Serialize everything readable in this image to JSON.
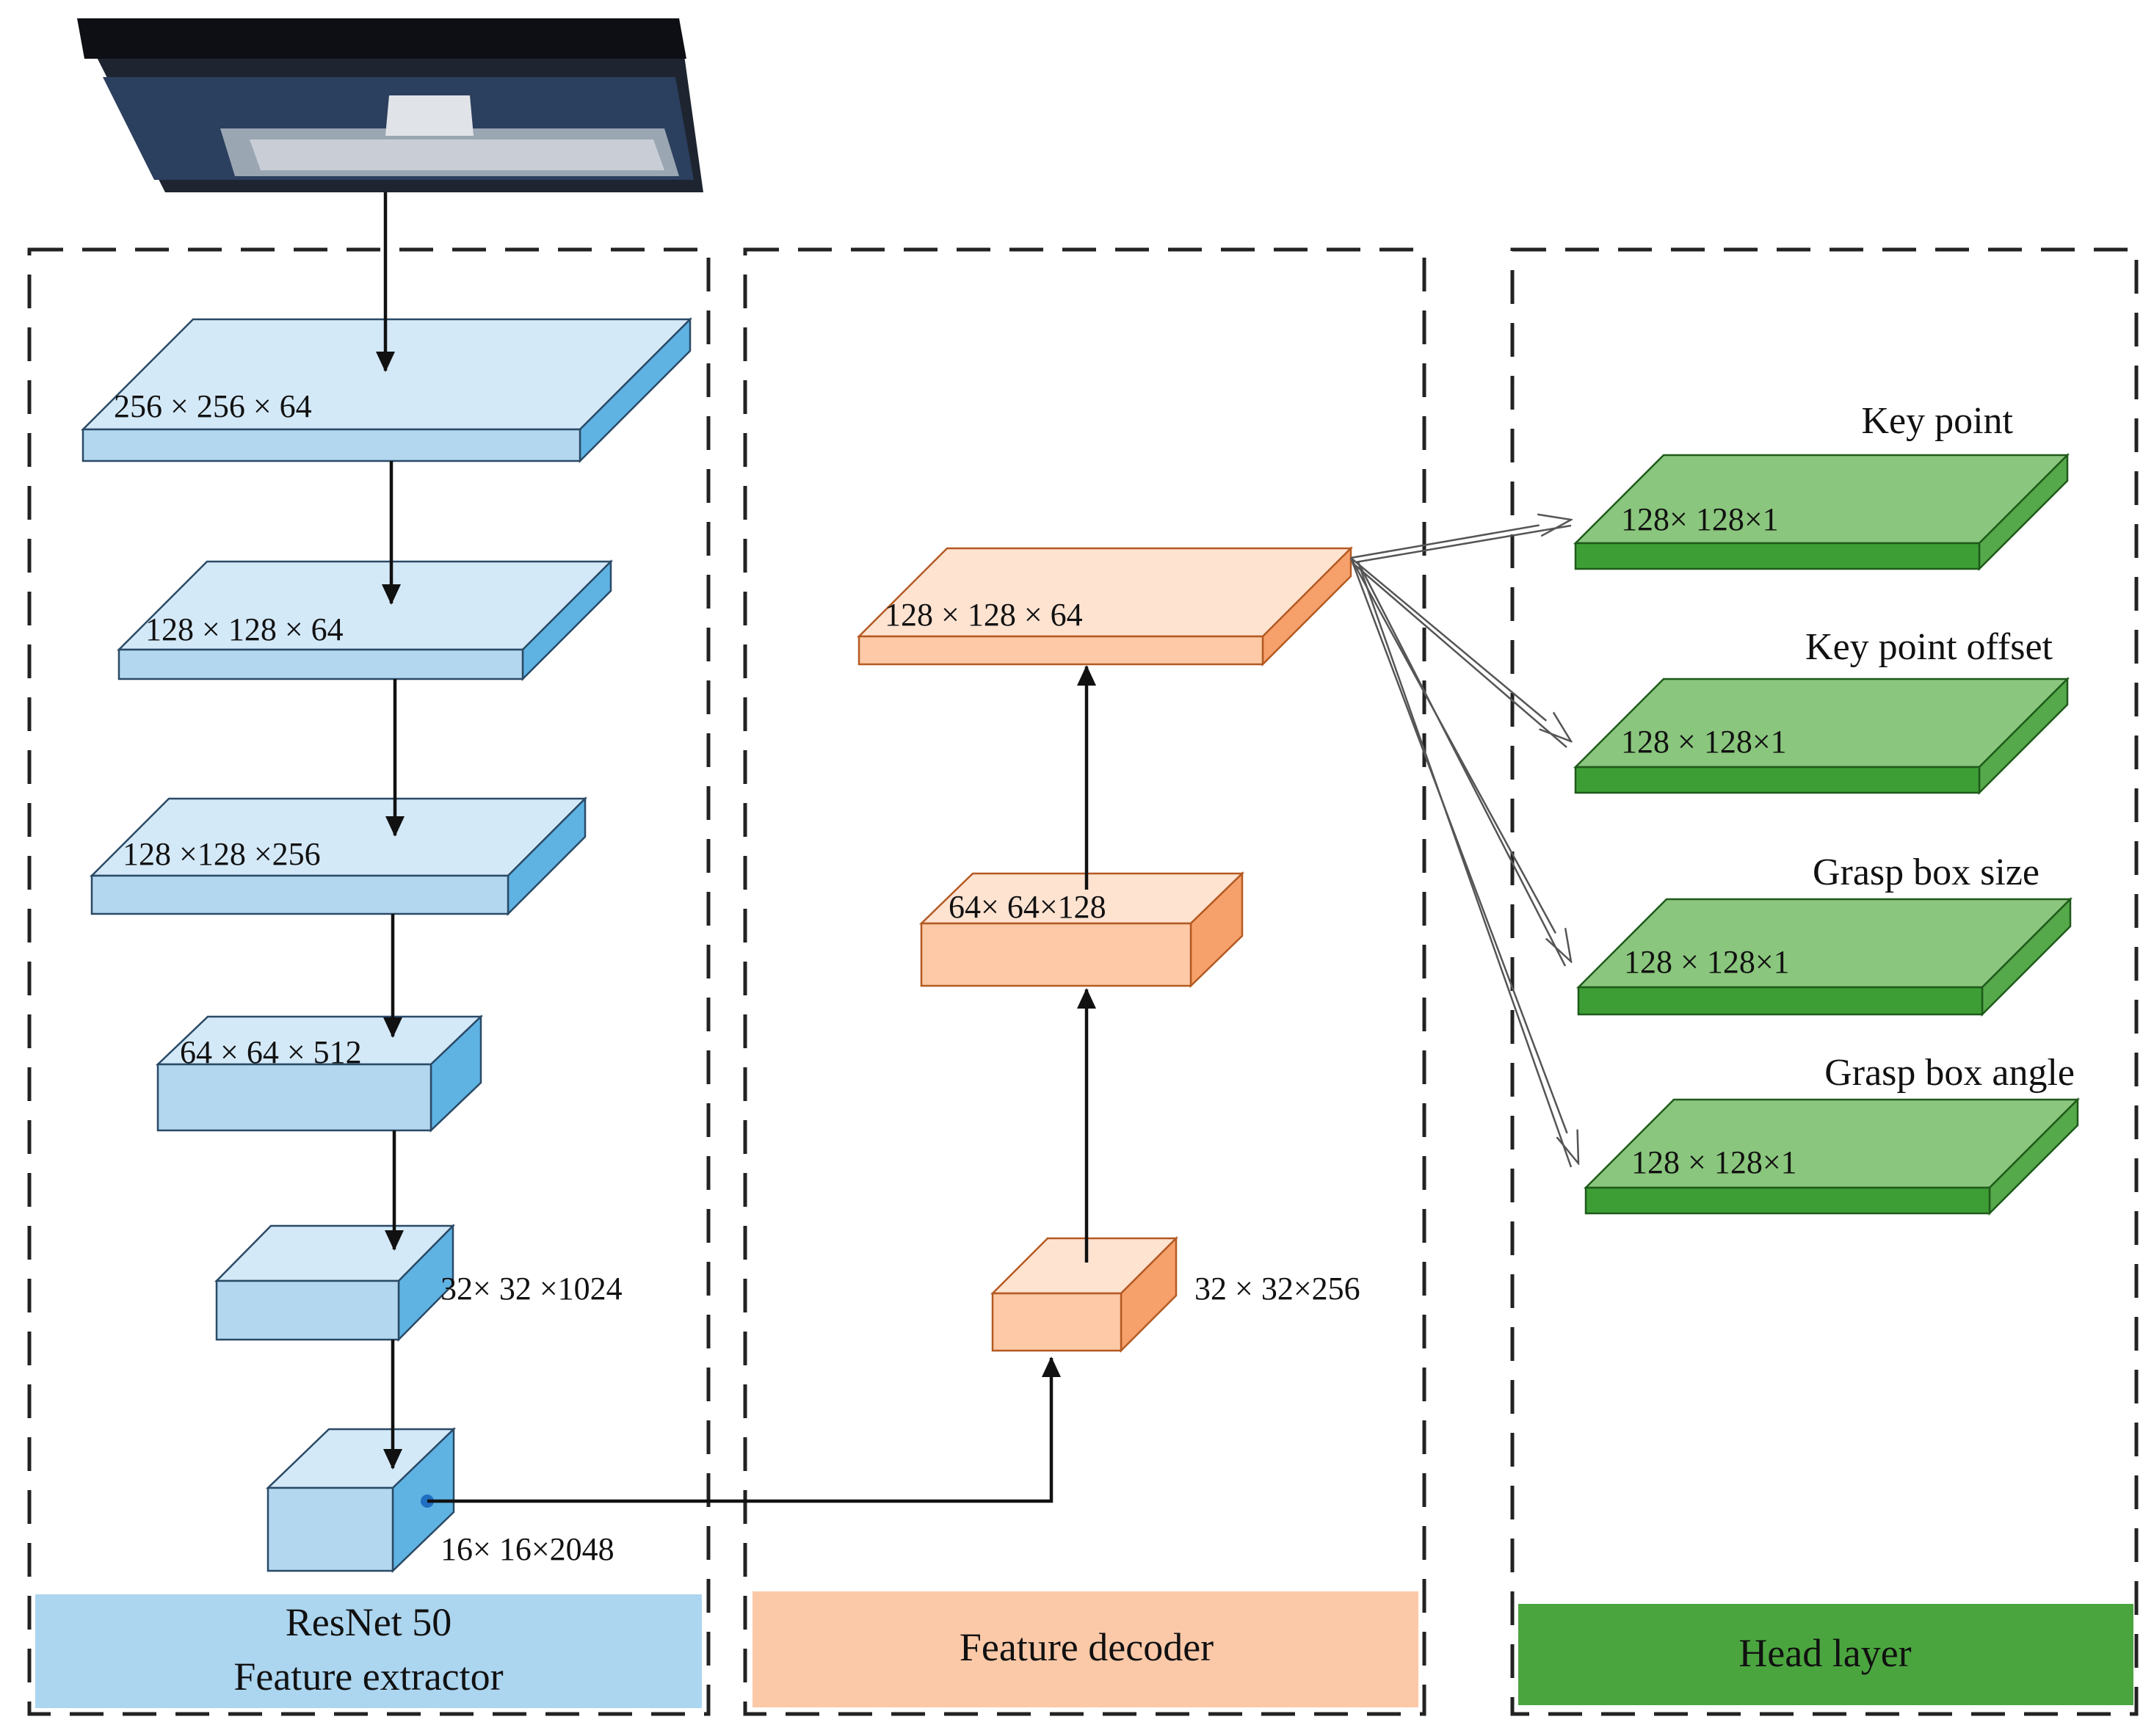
{
  "colors": {
    "encoder_front": "#b4d7f0",
    "encoder_top": "#d4e9f8",
    "encoder_side": "#5fb3e3",
    "decoder_front": "#fdc9a7",
    "decoder_top": "#fee3d1",
    "decoder_side": "#f6a06b",
    "head_front": "#3d9e36",
    "head_top": "#8ac67d",
    "head_side": "#55a94a",
    "encoder_panel": "#acd5ef",
    "decoder_panel": "#fcc9a8",
    "head_panel": "#4ba53f"
  },
  "panels": {
    "encoder": {
      "line1": "ResNet 50",
      "line2": "Feature extractor"
    },
    "decoder": {
      "label": "Feature decoder"
    },
    "head": {
      "label": "Head layer"
    }
  },
  "input_image": {
    "description_icon": "photo-icon"
  },
  "encoder_blocks": [
    {
      "label": "256 × 256 × 64"
    },
    {
      "label": "128 × 128 × 64"
    },
    {
      "label": "128  ×128  ×256"
    },
    {
      "label": "64 × 64 × 512"
    },
    {
      "label": "32× 32 ×1024"
    },
    {
      "label": "16× 16×2048"
    }
  ],
  "decoder_blocks": [
    {
      "label": "32 × 32×256"
    },
    {
      "label": "64× 64×128"
    },
    {
      "label": "128 × 128 × 64"
    }
  ],
  "head_blocks": [
    {
      "title": "Key point",
      "label": "128× 128×1"
    },
    {
      "title": "Key point offset",
      "label": "128 × 128×1"
    },
    {
      "title": "Grasp box size",
      "label": "128 × 128×1"
    },
    {
      "title": "Grasp box angle",
      "label": "128 × 128×1"
    }
  ]
}
